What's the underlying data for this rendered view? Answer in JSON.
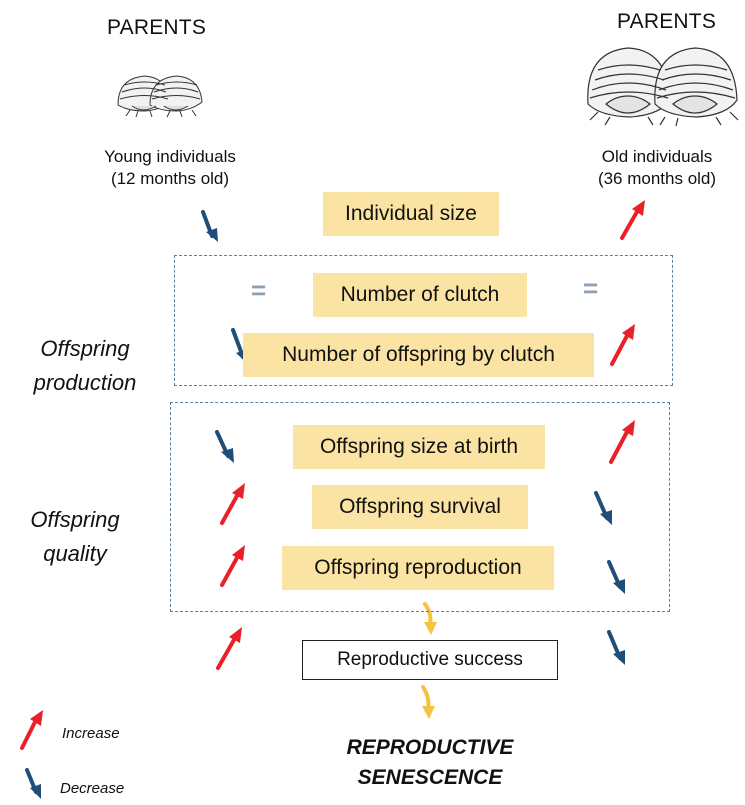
{
  "parents_left": {
    "header": "PARENTS",
    "label_line1": "Young individuals",
    "label_line2": "(12 months old)"
  },
  "parents_right": {
    "header": "PARENTS",
    "label_line1": "Old individuals",
    "label_line2": "(36 months old)"
  },
  "traits": {
    "individual_size": "Individual size",
    "number_of_clutch": "Number of clutch",
    "offspring_by_clutch": "Number of offspring by clutch",
    "offspring_size": "Offspring size at birth",
    "offspring_survival": "Offspring survival",
    "offspring_reproduction": "Offspring reproduction"
  },
  "equal_symbol": "=",
  "groups": {
    "production_line1": "Offspring",
    "production_line2": "production",
    "quality_line1": "Offspring",
    "quality_line2": "quality"
  },
  "outcome": {
    "success": "Reproductive success",
    "senescence_line1": "REPRODUCTIVE",
    "senescence_line2": "SENESCENCE"
  },
  "legend": {
    "increase": "Increase",
    "decrease": "Decrease"
  },
  "colors": {
    "increase": "#e8202a",
    "decrease": "#1f4e79",
    "highlight": "#fbe3a4",
    "flow": "#f5c242"
  },
  "icons": [
    "isopod-pair-small-illustration",
    "isopod-pair-large-illustration"
  ]
}
